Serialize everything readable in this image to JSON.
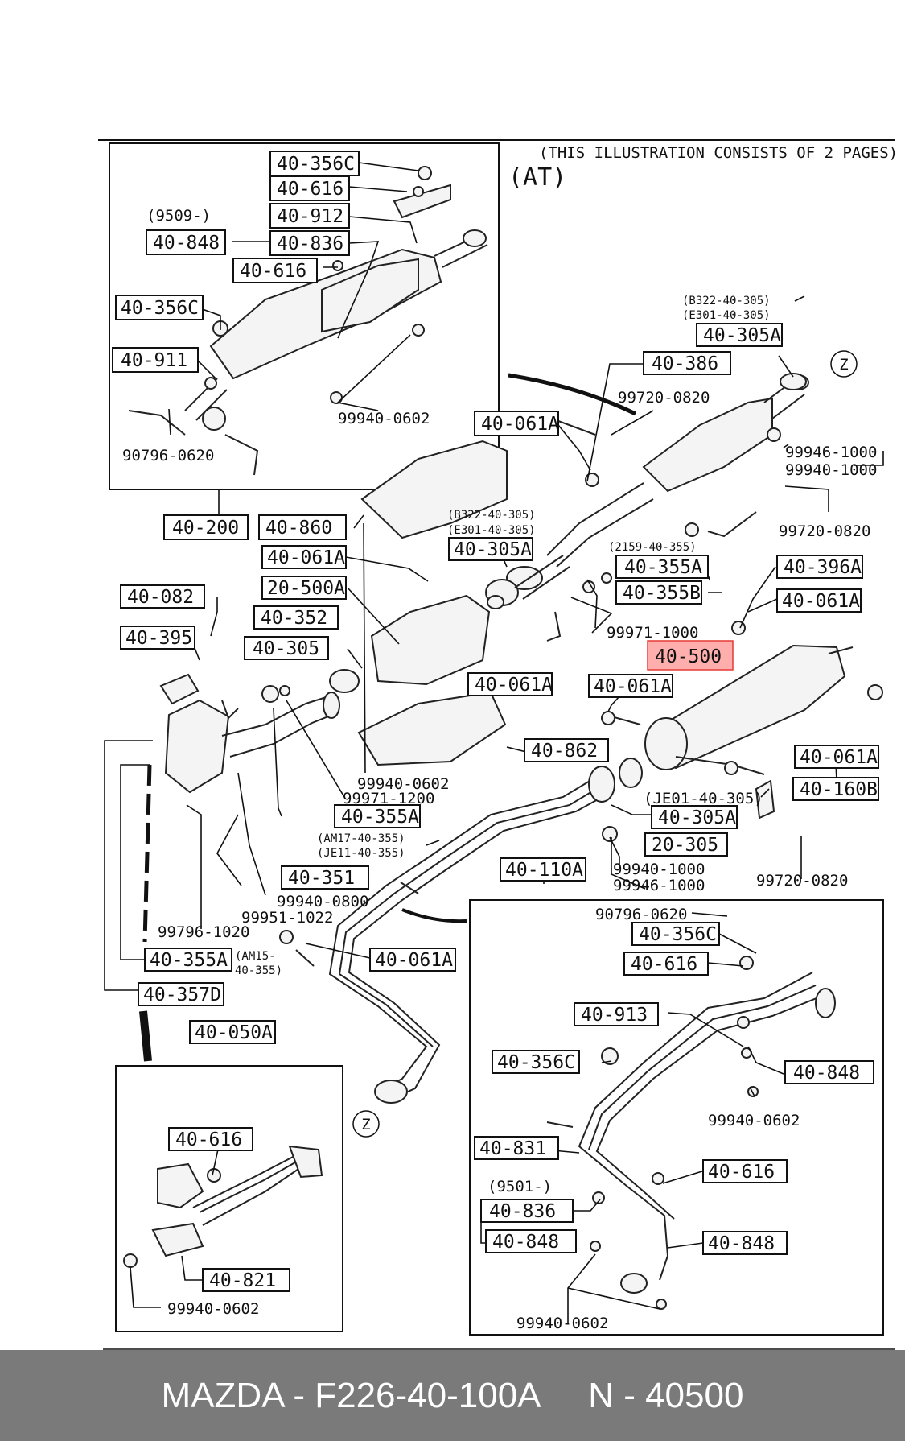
{
  "header": {
    "note": "(THIS ILLUSTRATION CONSISTS OF  2 PAGES)",
    "transmission": "(AT)"
  },
  "labels": {
    "l01": "40-356C",
    "l02": "40-616",
    "l03": "(9509-)",
    "l04": "40-912",
    "l05": "40-848",
    "l06": "40-836",
    "l07": "40-616",
    "l08": "40-356C",
    "l09": "40-911",
    "l10": "99940-0602",
    "l11": "90796-0620",
    "l12": "(B322-40-305)",
    "l13": "(E301-40-305)",
    "l14": "40-305A",
    "l15": "40-386",
    "l16": "99720-0820",
    "l17": "40-061A",
    "l18": "99946-1000",
    "l19": "99940-1000",
    "l20": "99720-0820",
    "l21": "40-200",
    "l22": "40-860",
    "l23": "(B322-40-305)",
    "l24": "(E301-40-305)",
    "l25": "40-305A",
    "l26": "(2159-40-355)",
    "l27": "40-355A",
    "l28": "40-355B",
    "l29": "40-396A",
    "l30": "40-061A",
    "l31": "40-082",
    "l32": "40-061A",
    "l33": "20-500A",
    "l34": "40-352",
    "l35": "99971-1000",
    "l36": "40-395",
    "l37": "40-305",
    "l38": "40-500",
    "l39": "40-061A",
    "l40": "40-061A",
    "l41": "40-862",
    "l42": "40-061A",
    "l43": "99940-0602",
    "l44": "99971-1200",
    "l45": "40-160B",
    "l46": "(JE01-40-305)",
    "l47": "40-355A",
    "l48": "40-305A",
    "l49": "(AM17-40-355)",
    "l50": "(JE11-40-355)",
    "l51": "20-305",
    "l52": "99940-1000",
    "l53": "99946-1000",
    "l54": "99720-0820",
    "l55": "40-351",
    "l56": "40-110A",
    "l57": "99940-0800",
    "l58": "99796-1020",
    "l59": "99951-1022",
    "l60": "90796-0620",
    "l61": "40-356C",
    "l62": "40-355A",
    "l63": "(AM15-",
    "l64": "40-355)",
    "l65": "40-061A",
    "l66": "40-616",
    "l67": "40-357D",
    "l68": "40-913",
    "l69": "40-050A",
    "l70": "40-356C",
    "l71": "40-848",
    "l72": "99940-0602",
    "l73": "40-831",
    "l74": "40-616",
    "l75": "(9501-)",
    "l76": "40-616",
    "l77": "40-836",
    "l78": "40-848",
    "l79": "40-848",
    "l80": "40-821",
    "l81": "99940-0602",
    "l82": "99940-0602"
  },
  "markers": {
    "z1": "Z",
    "z2": "Z"
  },
  "footer": {
    "text": "MAZDA - F226-40-100A     N - 40500"
  },
  "colors": {
    "highlight": "#ff6b6b",
    "footer_bg": "#7a7a7a",
    "footer_text": "#ffffff"
  }
}
